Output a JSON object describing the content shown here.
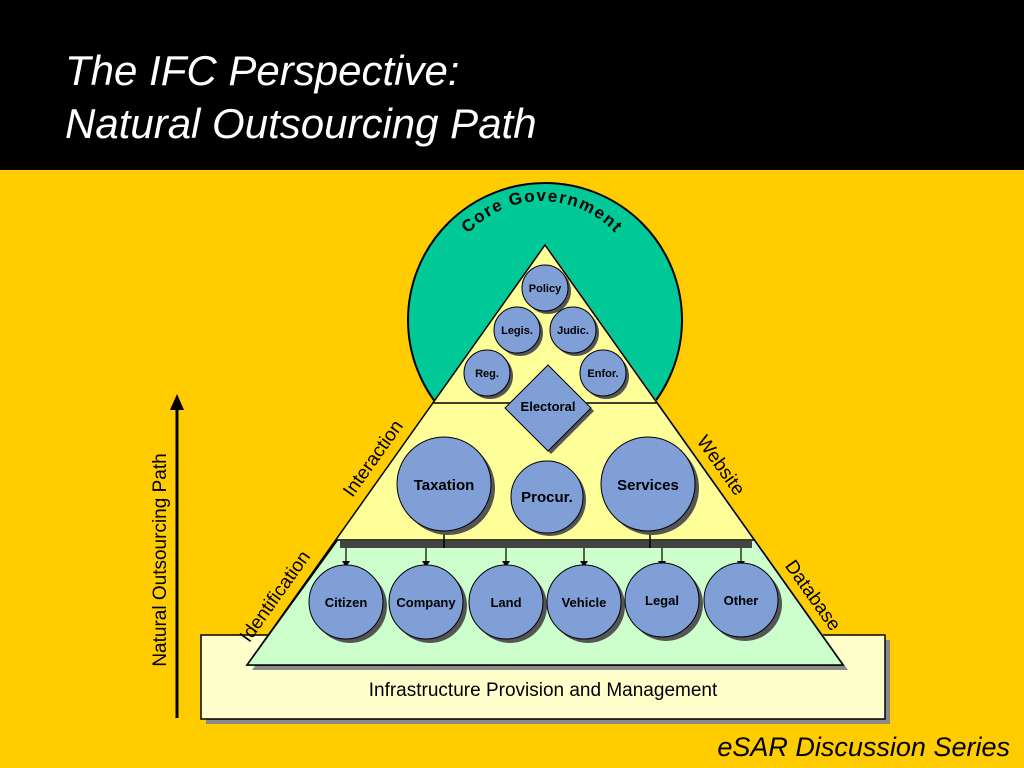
{
  "title": {
    "line1": "The IFC Perspective:",
    "line2": "Natural Outsourcing Path"
  },
  "core_label": "Core Government",
  "top_tier": [
    "Policy",
    "Legis.",
    "Judic.",
    "Reg.",
    "Enfor."
  ],
  "electoral": "Electoral",
  "middle_tier": [
    "Taxation",
    "Procur.",
    "Services"
  ],
  "bottom_tier": [
    "Citizen",
    "Company",
    "Land",
    "Vehicle",
    "Legal",
    "Other"
  ],
  "side_labels": {
    "interaction": "Interaction",
    "website": "Website",
    "identification": "Identification",
    "database": "Database"
  },
  "axis_label": "Natural Outsourcing Path",
  "base_label": "Infrastructure Provision and Management",
  "footer": "eSAR Discussion Series",
  "colors": {
    "background": "#ffcc00",
    "title_bar": "#000000",
    "core_circle": "#00c896",
    "pyramid_top": "#ffff99",
    "pyramid_bottom": "#ccffcc",
    "base_box": "#ffffcc",
    "node": "#7f9fd6"
  }
}
